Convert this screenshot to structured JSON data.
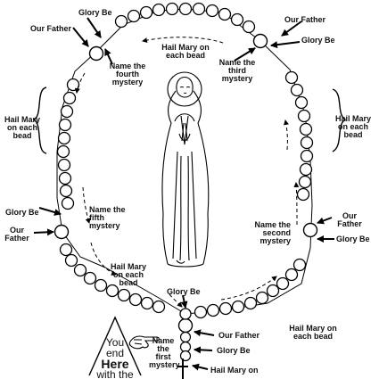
{
  "labels": {
    "glory_be_top": "Glory Be",
    "our_father_top_left": "Our Father",
    "our_father_top_right": "Our Father",
    "glory_be_top_right": "Glory Be",
    "hail_mary_top": "Hail Mary on each bead",
    "fourth_mystery": "Name the fourth mystery",
    "third_mystery": "Name the third mystery",
    "hail_mary_left": "Hail Mary on each bead",
    "hail_mary_right": "Hail Mary on each bead",
    "glory_be_left": "Glory Be",
    "our_father_left": "Our Father",
    "fifth_mystery": "Name the fifth mystery",
    "second_mystery": "Name the second mystery",
    "our_father_right": "Our Father",
    "glory_be_right": "Glory Be",
    "hail_mary_bottom_left": "Hail Mary on each bead",
    "glory_be_bottom": "Glory Be",
    "hail_mary_bottom_right": "Hail Mary on each bead",
    "our_father_bottom": "Our Father",
    "glory_be_bottom2": "Glory Be",
    "hail_mary_bottom": "Hail Mary on",
    "first_mystery": "Name the first mystery",
    "you": "You",
    "end": "end",
    "here": "Here",
    "with_the": "with the"
  }
}
